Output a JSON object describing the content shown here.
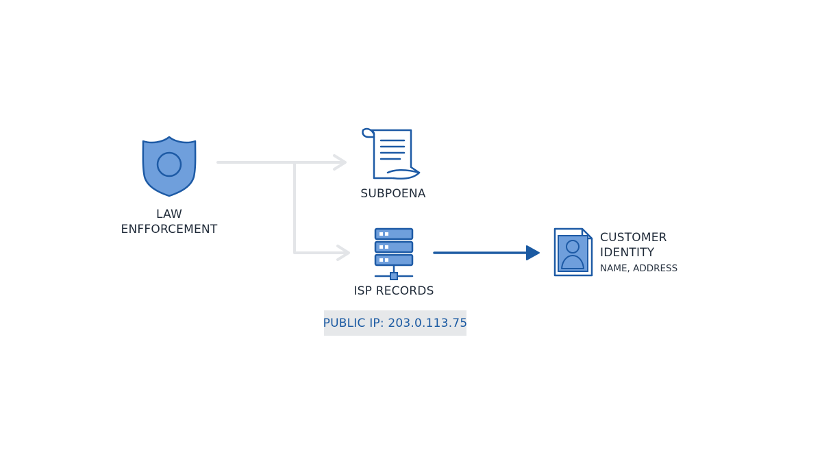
{
  "nodes": {
    "law_enforcement": {
      "line1": "LAW",
      "line2": "ENFFORCEMENT",
      "icon": "police-badge-icon"
    },
    "subpoena": {
      "label": "SUBPOENA",
      "icon": "scroll-document-icon"
    },
    "isp_records": {
      "label": "ISP RECORDS",
      "icon": "server-rack-icon"
    },
    "customer_identity": {
      "line1": "CUSTOMER",
      "line2": "IDENTITY",
      "detail": "NAME, ADDRESS",
      "icon": "customer-profile-document-icon"
    }
  },
  "ip_callout": {
    "text": "PUBLIC IP: 203.0.113.75"
  },
  "colors": {
    "accent_blue": "#1b5aa2",
    "icon_fill": "#6f9fdc",
    "icon_stroke": "#1d5aa5",
    "connector_gray": "#e3e5e8",
    "callout_bg": "#e6e8ea",
    "text_dark": "#1f2a38"
  }
}
